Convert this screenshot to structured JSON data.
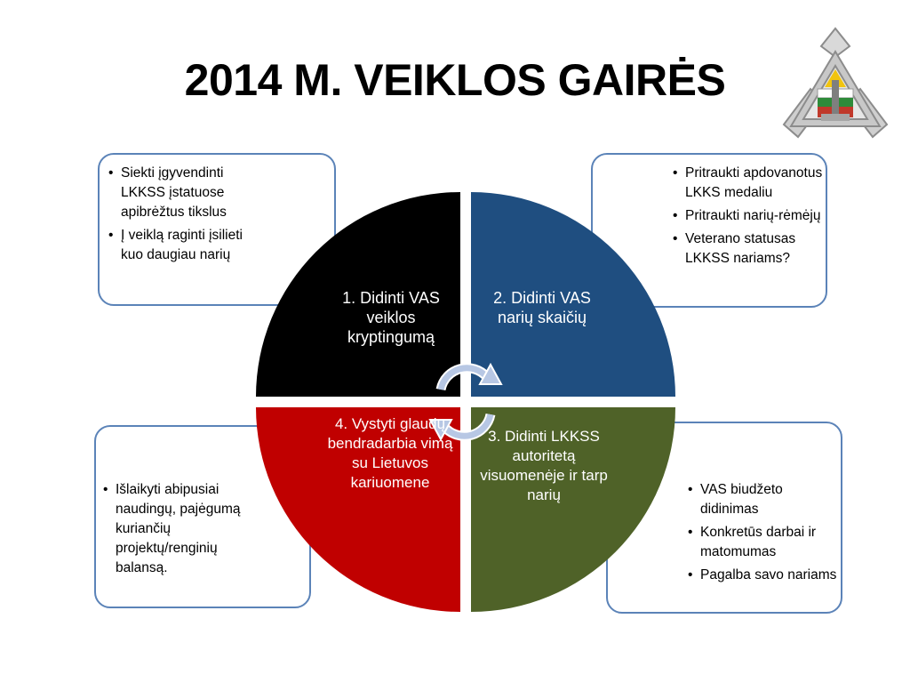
{
  "title": "2014 M. VEIKLOS GAIRĖS",
  "colors": {
    "q1": "#000000",
    "q2": "#1f4e80",
    "q3": "#4f6228",
    "q4": "#c00000",
    "box_border": "#5b83b8",
    "arrow": "#b7c7e4"
  },
  "icons": {
    "logo": "lkkss-emblem-icon",
    "cycle": "cycle-arrows-icon"
  },
  "quadrants": {
    "q1": "1. Didinti VAS veiklos kryptingumą",
    "q2": "2. Didinti VAS narių skaičių",
    "q3": "3. Didinti LKKSS autoritetą visuomenėje ir tarp narių",
    "q4": "4. Vystyti glaudų bendradarbia vimą  su Lietuvos kariuomene"
  },
  "boxes": {
    "top_left": [
      "Siekti įgyvendinti LKKSS įstatuose apibrėžtus tikslus",
      "Į veiklą raginti įsilieti kuo daugiau narių"
    ],
    "top_right": [
      "Pritraukti apdovanotus LKKS medaliu",
      " Pritraukti narių-rėmėjų",
      "Veterano statusas LKKSS nariams?"
    ],
    "bottom_left": [
      "Išlaikyti abipusiai naudingų, pajėgumą kuriančių projektų/renginių balansą."
    ],
    "bottom_right": [
      "VAS biudžeto didinimas",
      "Konkretūs darbai ir matomumas",
      "Pagalba savo nariams"
    ]
  }
}
